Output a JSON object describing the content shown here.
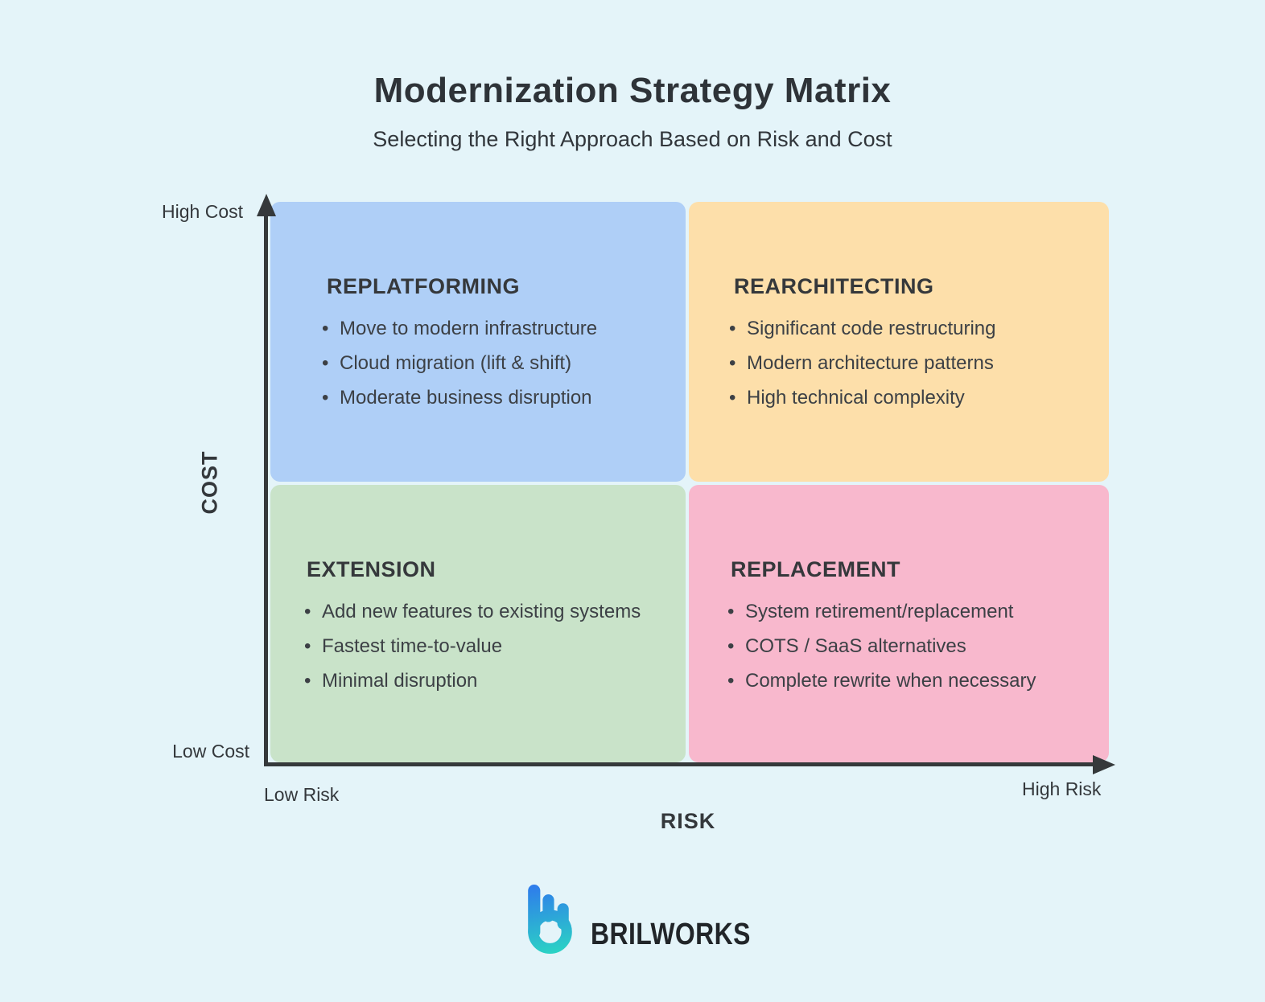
{
  "title": "Modernization Strategy Matrix",
  "subtitle": "Selecting the Right Approach Based on Risk and Cost",
  "axes": {
    "y_label": "COST",
    "y_high_label": "High Cost",
    "y_low_label": "Low Cost",
    "x_label": "RISK",
    "x_low_label": "Low Risk",
    "x_high_label": "High Risk"
  },
  "quadrants": [
    {
      "position": "top-left",
      "title": "REPLATFORMING",
      "color": "#AFCFF7",
      "bullets": [
        "Move to modern infrastructure",
        "Cloud migration (lift & shift)",
        "Moderate business disruption"
      ]
    },
    {
      "position": "top-right",
      "title": "REARCHITECTING",
      "color": "#FDDFAA",
      "bullets": [
        "Significant code restructuring",
        "Modern architecture patterns",
        "High technical complexity"
      ]
    },
    {
      "position": "bottom-left",
      "title": "EXTENSION",
      "color": "#C9E3C9",
      "bullets": [
        "Add new features to existing systems",
        "Fastest time-to-value",
        "Minimal disruption"
      ]
    },
    {
      "position": "bottom-right",
      "title": "REPLACEMENT",
      "color": "#F8B8CD",
      "bullets": [
        "System retirement/replacement",
        "COTS / SaaS alternatives",
        "Complete rewrite when necessary"
      ]
    }
  ],
  "logo": {
    "text": "BRILWORKS",
    "icon": "brilworks-b-icon",
    "gradient_top": "#2E7BEC",
    "gradient_bottom": "#2BD3C4"
  },
  "colors": {
    "background": "#E4F4F9",
    "axis": "#35393B",
    "heading_text": "#2E3338",
    "body_text": "#3C4045"
  }
}
